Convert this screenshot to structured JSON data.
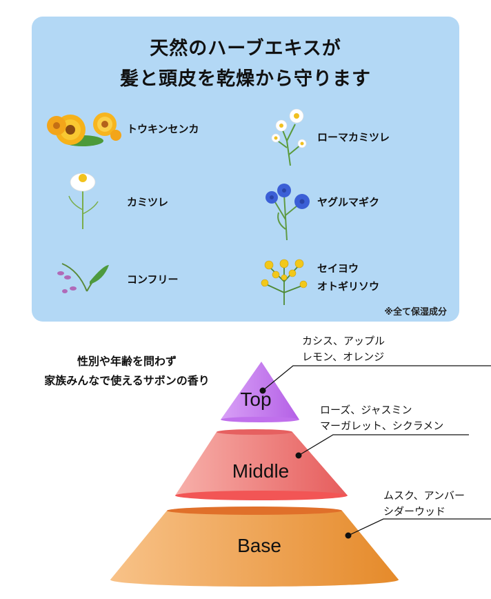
{
  "headline": {
    "line1": "天然のハーブエキスが",
    "line2": "髪と頭皮を乾燥から守ります"
  },
  "herbs": [
    {
      "name": "トウキンセンカ",
      "icon": "calendula-flower-icon"
    },
    {
      "name": "ローマカミツレ",
      "icon": "roman-chamomile-icon"
    },
    {
      "name": "カミツレ",
      "icon": "chamomile-icon"
    },
    {
      "name": "ヤグルマギク",
      "icon": "cornflower-icon"
    },
    {
      "name": "コンフリー",
      "icon": "comfrey-icon"
    },
    {
      "name_line1": "セイヨウ",
      "name_line2": "オトギリソウ",
      "icon": "st-johns-wort-icon"
    }
  ],
  "footnote": "※全て保湿成分",
  "tagline": {
    "line1": "性別や年齢を問わず",
    "line2": "家族みんなで使えるサボンの香り"
  },
  "notes": {
    "top": {
      "label": "Top",
      "line1": "カシス、アップル",
      "line2": "レモン、オレンジ",
      "color": "#c77ef0"
    },
    "middle": {
      "label": "Middle",
      "line1": "ローズ、ジャスミン",
      "line2": "マーガレット、シクラメン",
      "color": "#f08080"
    },
    "base": {
      "label": "Base",
      "line1": "ムスク、アンバー",
      "line2": "シダーウッド",
      "color": "#f0a050"
    }
  },
  "colors": {
    "panel_bg": "#b3d8f5",
    "top_tier": "#c77ef0",
    "middle_tier": "#f08080",
    "base_tier": "#f0a050"
  }
}
